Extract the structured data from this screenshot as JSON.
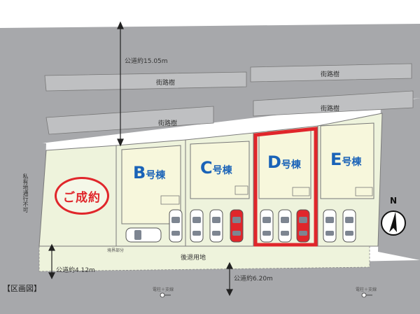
{
  "road_north": {
    "label": "公道約15.05m"
  },
  "road_south_left": {
    "label": "公道約4.12m"
  },
  "road_south_right": {
    "label": "公道約6.20m"
  },
  "setback_label": "後退用地",
  "private_road_label": "私有地通行不可",
  "street_trees": [
    "街路樹",
    "街路樹",
    "街路樹",
    "街路樹"
  ],
  "lots": [
    {
      "id": "A",
      "status": "ご成約"
    },
    {
      "id": "B",
      "letter": "B",
      "suffix": "号棟"
    },
    {
      "id": "C",
      "letter": "C",
      "suffix": "号棟"
    },
    {
      "id": "D",
      "letter": "D",
      "suffix": "号棟"
    },
    {
      "id": "E",
      "letter": "E",
      "suffix": "号棟"
    }
  ],
  "small_notes": {
    "boundary": "境界部分",
    "pole_left": "電柱＋支線",
    "pole_right": "電柱＋支線"
  },
  "legend": "【区画図】",
  "compass": {
    "label": "N"
  },
  "colors": {
    "road": "#a7a8ab",
    "lot": "#eef3dc",
    "building": "#f7f7dc",
    "highlight": "#e0262b",
    "lot_text": "#1a63b8"
  },
  "icons": [
    "parked-car-icon",
    "north-arrow-icon"
  ]
}
